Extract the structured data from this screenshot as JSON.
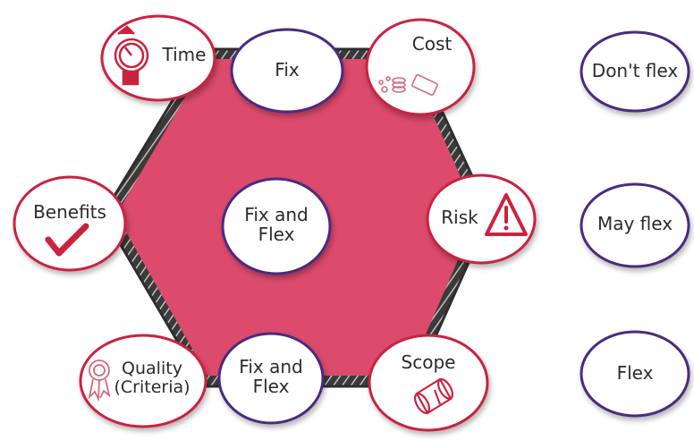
{
  "diagram": {
    "center": {
      "line1": "Fix and",
      "line2": "Flex"
    },
    "top_fix": "Fix",
    "bottom": {
      "line1": "Fix and",
      "line2": "Flex"
    },
    "variables": {
      "time": "Time",
      "cost": "Cost",
      "benefits": "Benefits",
      "risk": "Risk",
      "quality": {
        "line1": "Quality",
        "line2": "(Criteria)"
      },
      "scope": "Scope"
    },
    "legend": {
      "dont_flex": "Don't flex",
      "may_flex": "May flex",
      "flex": "Flex"
    },
    "colors": {
      "hexagon_fill": "#dc4a6c",
      "hexagon_outline": "#2e2e2e",
      "variable_ring": "#c9243f",
      "fix_ring": "#4a2c82",
      "text": "#2b2b2b"
    },
    "icons": [
      "stopwatch-icon",
      "money-icon",
      "checkmark-icon",
      "warning-icon",
      "rosette-icon",
      "scroll-icon"
    ]
  }
}
